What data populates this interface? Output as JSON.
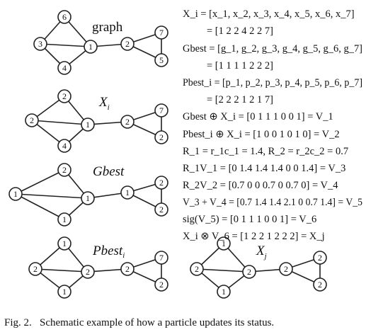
{
  "figure": {
    "caption": "Fig. 2.   Schematic example of how a particle updates its status.",
    "panels": [
      {
        "title": "graph",
        "title_italic": false,
        "title_sub": "",
        "nodes": [
          "6",
          "3",
          "4",
          "1",
          "2",
          "7",
          "5"
        ]
      },
      {
        "title": "X",
        "title_italic": true,
        "title_sub": "i",
        "nodes": [
          "2",
          "2",
          "4",
          "1",
          "2",
          "7",
          "2"
        ]
      },
      {
        "title": "Gbest",
        "title_italic": true,
        "title_sub": "",
        "nodes": [
          "2",
          "1",
          "1",
          "1",
          "1",
          "2",
          "2"
        ]
      },
      {
        "title": "Pbest",
        "title_italic": true,
        "title_sub": "i",
        "nodes": [
          "1",
          "2",
          "1",
          "2",
          "2",
          "7",
          "2"
        ]
      },
      {
        "title": "X",
        "title_italic": true,
        "title_sub": "j",
        "nodes": [
          "1",
          "2",
          "1",
          "2",
          "2",
          "2",
          "2"
        ]
      }
    ],
    "equations": [
      "X_i  = [x_1, x_2, x_3, x_4, x_5, x_6, x_7]",
      "= [1  2  2  4  2  2  7]",
      "Gbest = [g_1, g_2, g_3, g_4, g_5, g_6, g_7]",
      "= [1  1  1  1  2  2  2]",
      "Pbest_i = [p_1, p_2, p_3, p_4, p_5, p_6, p_7]",
      "= [2  2  2  1  2  1  7]",
      "Gbest ⊕ X_i = [0  1  1  1  0  0  1] = V_1",
      "Pbest_i ⊕ X_i = [1  0  0  1  0  1  0] = V_2",
      "R_1 = r_1c_1 = 1.4,  R_2 = r_2c_2 = 0.7",
      "R_1V_1 = [0  1.4  1.4  1.4  0  0  1.4] = V_3",
      "R_2V_2 = [0.7  0  0  0.7  0  0.7  0] = V_4",
      "V_3 + V_4 = [0.7  1.4  1.4  2.1  0  0.7  1.4] = V_5",
      "sig(V_5) = [0  1  1  1  0  0  1] = V_6",
      "X_i ⊗ V_6 = [1  2  2  1  2  2  2] = X_j"
    ]
  }
}
